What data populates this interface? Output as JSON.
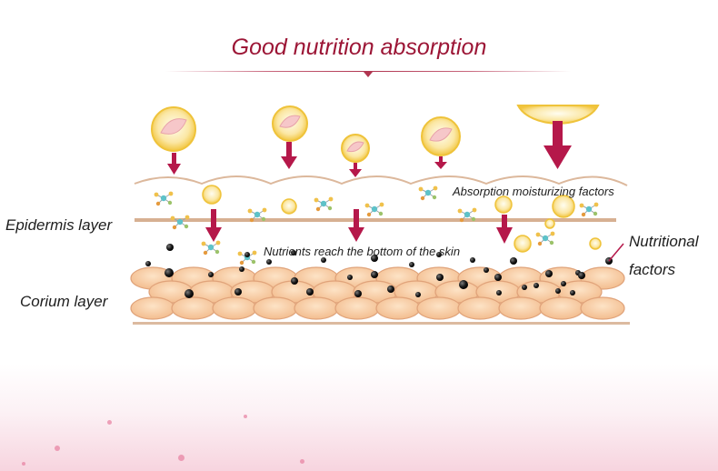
{
  "title": "Good nutrition absorption",
  "labels": {
    "epidermis": "Epidermis layer",
    "corium": "Corium layer",
    "nutritional_line1": "Nutritional",
    "nutritional_line2": "factors",
    "absorption": "Absorption moisturizing factors",
    "reach": "Nutrients reach the bottom of the skin"
  },
  "colors": {
    "title": "#9c1636",
    "arrow": "#b5184a",
    "layer_line": "#d9b396",
    "cell_fill": "#f7caa0",
    "cell_stroke": "#e2a57c",
    "bubble": "#f6d253",
    "nutrient": "#151515"
  }
}
